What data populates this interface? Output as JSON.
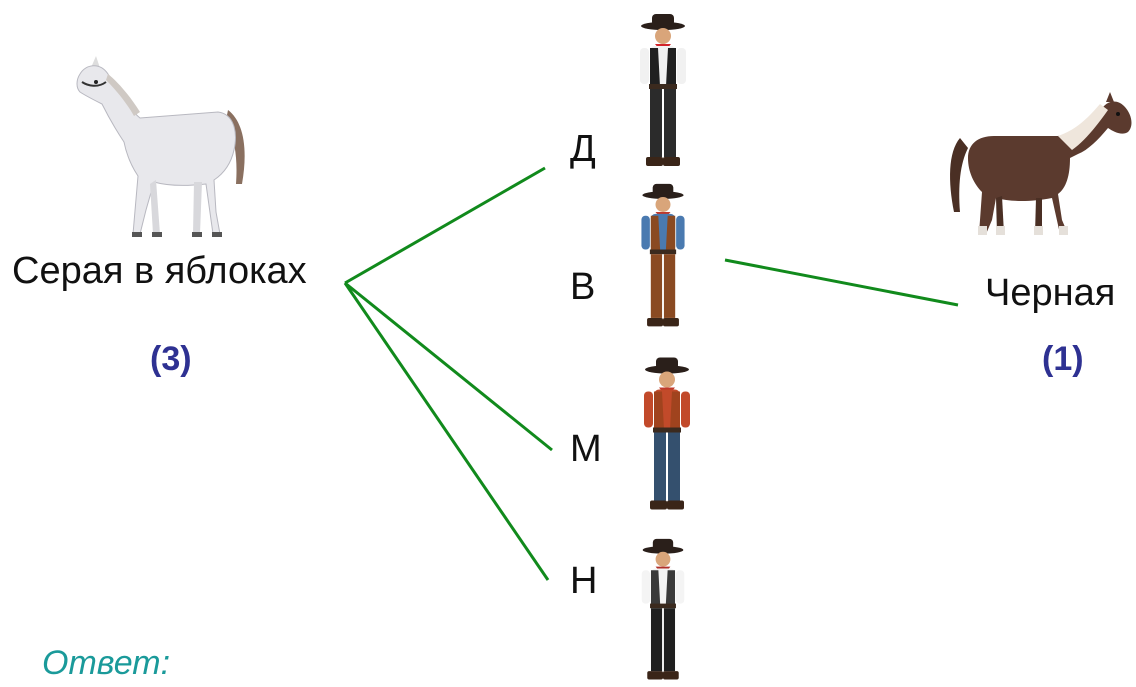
{
  "left_horse": {
    "name": "Серая в яблоках",
    "count": "(3)",
    "colors": {
      "body": "#e8e8ec",
      "mane": "#cfc9c4",
      "tail": "#8a7060",
      "hooves": "#555555"
    }
  },
  "right_horse": {
    "name": "Черная",
    "count": "(1)",
    "colors": {
      "body": "#5b3a2e",
      "mane": "#efe6dc",
      "tail": "#4a2f24",
      "hooves": "#e5e0da"
    }
  },
  "cowboys": [
    {
      "letter": "Д",
      "shirt": "#f1f1f1",
      "vest": "#202020",
      "pants": "#2b2b2b",
      "scarf": "#d2232a"
    },
    {
      "letter": "В",
      "shirt": "#4a7ab0",
      "vest": "#8a4a22",
      "pants": "#8a4a22",
      "scarf": "#c0392b"
    },
    {
      "letter": "М",
      "shirt": "#c24a2a",
      "vest": "#a0431e",
      "pants": "#34506e",
      "scarf": "#c0392b"
    },
    {
      "letter": "Н",
      "shirt": "#f4f4f4",
      "vest": "#3a3a3a",
      "pants": "#1f1f1f",
      "scarf": "#b0302a"
    }
  ],
  "connections": {
    "color": "#118a1c",
    "left_links": [
      "Д",
      "М",
      "Н"
    ],
    "right_links": [
      "В"
    ]
  },
  "answer_label": "Ответ:"
}
